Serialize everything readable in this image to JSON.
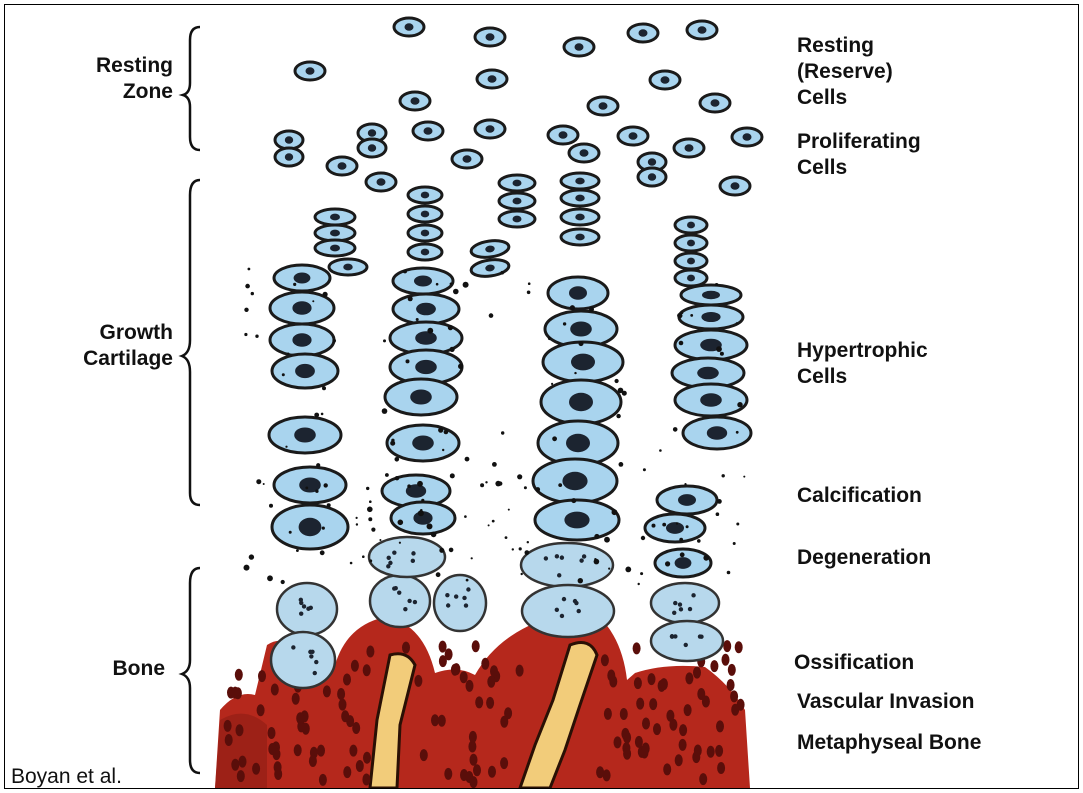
{
  "left_labels": {
    "resting_zone": [
      "Resting",
      "Zone"
    ],
    "growth_cartilage": [
      "Growth",
      "Cartilage"
    ],
    "bone": "Bone"
  },
  "right_labels": {
    "resting_cells": [
      "Resting",
      "(Reserve)",
      "Cells"
    ],
    "proliferating_cells": [
      "Proliferating",
      "Cells"
    ],
    "hypertrophic_cells": [
      "Hypertrophic",
      "Cells"
    ],
    "calcification": "Calcification",
    "degeneration": "Degeneration",
    "ossification": "Ossification",
    "vascular_invasion": "Vascular Invasion",
    "metaphyseal_bone": "Metaphyseal Bone"
  },
  "citation": "Boyan et al.",
  "colors": {
    "cell_fill": "#a9d4ee",
    "cell_outline": "#1a1a1a",
    "nucleus": "#1c2430",
    "bone_red": "#b5281c",
    "marrow_yellow": "#f2cc7a",
    "bone_dot": "#5a0e0a"
  }
}
